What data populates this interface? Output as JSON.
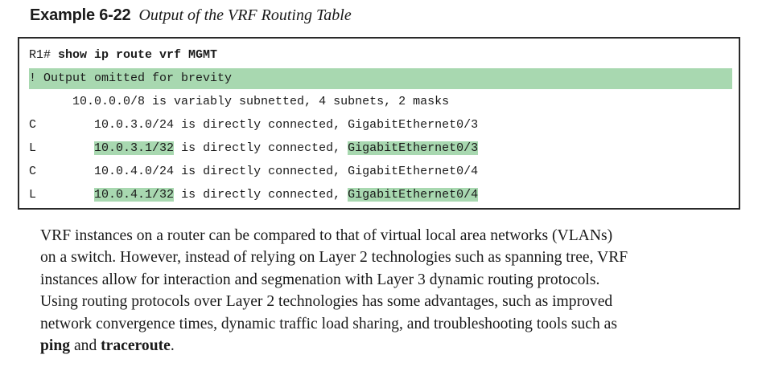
{
  "caption": {
    "label": "Example 6-22",
    "title": "Output of the VRF Routing Table"
  },
  "code": {
    "prompt": "R1# ",
    "command": "show ip route vrf MGMT",
    "comment": "! Output omitted for brevity",
    "summary_indent": "      ",
    "summary": "10.0.0.0/8 is variably subnetted, 4 subnets, 2 masks",
    "routes": [
      {
        "code": "C",
        "prefix": "10.0.3.0/24",
        "middle": " is directly connected, ",
        "interface": "GigabitEthernet0/3",
        "highlight": false
      },
      {
        "code": "L",
        "prefix": "10.0.3.1/32",
        "middle": " is directly connected, ",
        "interface": "GigabitEthernet0/3",
        "highlight": true
      },
      {
        "code": "C",
        "prefix": "10.0.4.0/24",
        "middle": " is directly connected, ",
        "interface": "GigabitEthernet0/4",
        "highlight": false
      },
      {
        "code": "L",
        "prefix": "10.0.4.1/32",
        "middle": " is directly connected, ",
        "interface": "GigabitEthernet0/4",
        "highlight": true
      }
    ],
    "highlight_color": "#a8d8b0"
  },
  "paragraph": {
    "lines": [
      "VRF instances on a router can be compared to that of virtual local area networks (VLANs)",
      "on a switch. However, instead of relying on Layer 2 technologies such as spanning tree, VRF",
      "instances allow for interaction and segmenation with Layer 3 dynamic routing protocols.",
      "Using routing protocols over Layer 2 technologies has some advantages, such as improved",
      "network convergence times, dynamic traffic load sharing, and troubleshooting tools such as"
    ],
    "last_line": {
      "term1": "ping",
      "conj": " and ",
      "term2": "traceroute",
      "end": "."
    }
  }
}
